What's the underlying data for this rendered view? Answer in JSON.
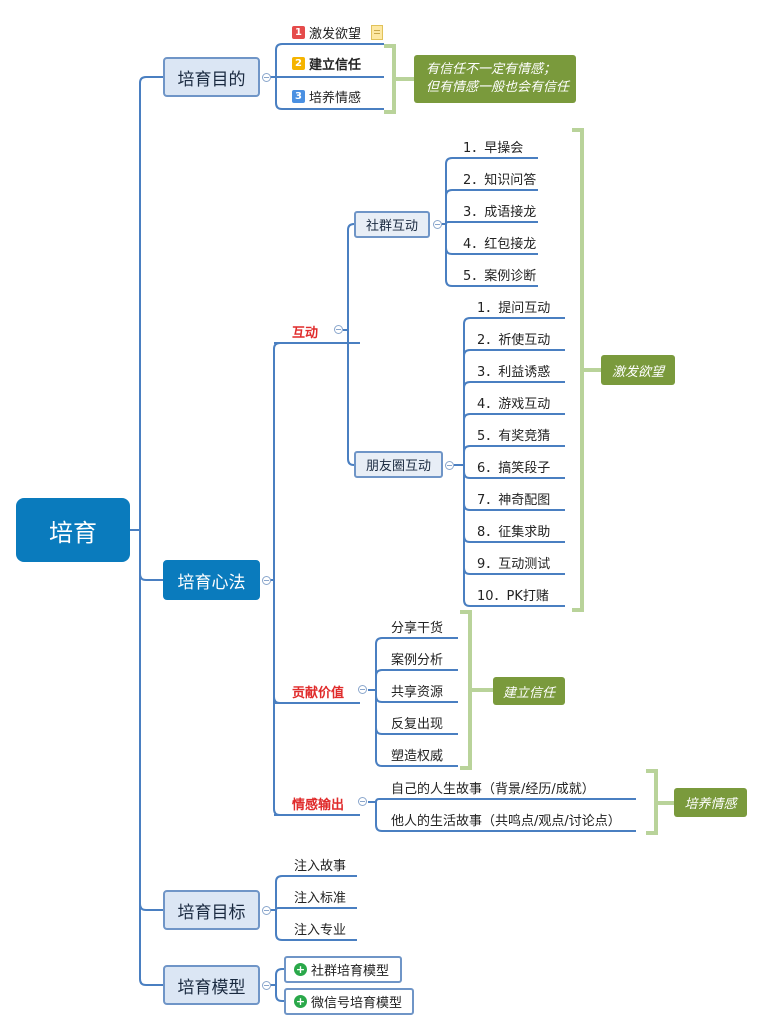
{
  "root": "培育",
  "branches": {
    "purpose": {
      "label": "培育目的",
      "items": [
        {
          "num": "1",
          "text": "激发欲望"
        },
        {
          "num": "2",
          "text": "建立信任"
        },
        {
          "num": "3",
          "text": "培养情感"
        }
      ],
      "summary_line1": "有信任不一定有情感；",
      "summary_line2": "但有情感一般也会有信任"
    },
    "method": {
      "label": "培育心法",
      "interaction": {
        "label": "互动",
        "community": {
          "label": "社群互动",
          "items": [
            "1．早操会",
            "2．知识问答",
            "3．成语接龙",
            "4．红包接龙",
            "5．案例诊断"
          ]
        },
        "moments": {
          "label": "朋友圈互动",
          "items": [
            "1．提问互动",
            "2．祈使互动",
            "3．利益诱惑",
            "4．游戏互动",
            "5．有奖竞猜",
            "6．搞笑段子",
            "7．神奇配图",
            "8．征集求助",
            "9．互动测试",
            "10．PK打赌"
          ]
        },
        "summary": "激发欲望"
      },
      "contribution": {
        "label": "贡献价值",
        "items": [
          "分享干货",
          "案例分析",
          "共享资源",
          "反复出现",
          "塑造权威"
        ],
        "summary": "建立信任"
      },
      "emotion": {
        "label": "情感输出",
        "items": [
          "自己的人生故事（背景/经历/成就）",
          "他人的生活故事（共鸣点/观点/讨论点）"
        ],
        "summary": "培养情感"
      }
    },
    "goal": {
      "label": "培育目标",
      "items": [
        "注入故事",
        "注入标准",
        "注入专业"
      ]
    },
    "model": {
      "label": "培育模型",
      "items": [
        "社群培育模型",
        "微信号培育模型"
      ]
    }
  },
  "colors": {
    "root": "#0a7bbd",
    "connector": "#4a7fc1",
    "summary": "#7a9a3c",
    "bracket": "#b9d39a",
    "emphasis": "#e02b2b"
  }
}
